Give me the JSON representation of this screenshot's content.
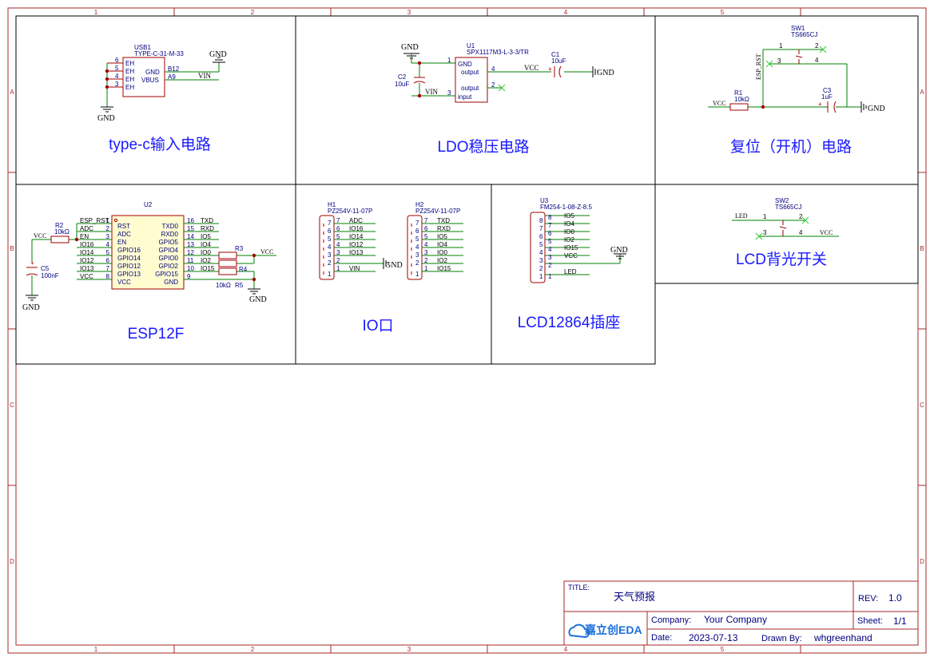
{
  "frame": {
    "cols": [
      "1",
      "2",
      "3",
      "4",
      "5"
    ],
    "rows": [
      "A",
      "B",
      "C",
      "D"
    ]
  },
  "blocks": {
    "typec": "type-c输入电路",
    "ldo": "LDO稳压电路",
    "reset": "复位（开机）电路",
    "esp": "ESP12F",
    "io": "IO口",
    "lcd": "LCD12864插座",
    "backlight": "LCD背光开关"
  },
  "usb": {
    "ref": "USB1",
    "part": "TYPE-C-31-M-33",
    "pins_left": [
      "6",
      "5",
      "4",
      "3"
    ],
    "eh": [
      "EH",
      "EH",
      "EH",
      "EH"
    ],
    "gnd": "GND",
    "vbus": "VBUS",
    "pin_gnd": "B12",
    "pin_vbus": "A9",
    "net_gnd_top": "GND",
    "net_vin": "VIN",
    "net_gnd_bottom": "GND"
  },
  "ldo": {
    "ref": "U1",
    "part": "SPX1117M3-L-3-3/TR",
    "pin1": "1",
    "pin2": "2",
    "pin3": "3",
    "pin4": "4",
    "gnd": "GND",
    "output1": "output",
    "output2": "output",
    "input": "input",
    "net_gnd": "GND",
    "net_vin": "VIN",
    "net_vcc": "VCC",
    "c2_ref": "C2",
    "c2_val": "10uF",
    "c1_ref": "C1",
    "c1_val": "10uF",
    "net_gnd_right": "GND"
  },
  "reset": {
    "sw_ref": "SW1",
    "sw_part": "TS665CJ",
    "pin1": "1",
    "pin2": "2",
    "pin3": "3",
    "pin4": "4",
    "net_rst": "ESP_RST",
    "r1_ref": "R1",
    "r1_val": "10kΩ",
    "net_vcc": "VCC",
    "c3_ref": "C3",
    "c3_val": "1uF",
    "net_gnd": "GND"
  },
  "esp": {
    "ref": "U2",
    "r2_ref": "R2",
    "r2_val": "10kΩ",
    "net_vcc": "VCC",
    "c5_ref": "C5",
    "c5_val": "100nF",
    "net_gnd": "GND",
    "left_nets": [
      "ESP_RST",
      "ADC",
      "EN",
      "IO16",
      "IO14",
      "IO12",
      "IO13",
      "VCC"
    ],
    "left_pins": [
      "1",
      "2",
      "3",
      "4",
      "5",
      "6",
      "7",
      "8"
    ],
    "left_names": [
      "RST",
      "ADC",
      "EN",
      "GPIO16",
      "GPIO14",
      "GPIO12",
      "GPIO13",
      "VCC"
    ],
    "right_names": [
      "TXD0",
      "RXD0",
      "GPIO5",
      "GPIO4",
      "GPIO0",
      "GPIO2",
      "GPIO15",
      "GND"
    ],
    "right_pins": [
      "16",
      "15",
      "14",
      "13",
      "12",
      "11",
      "10",
      "9"
    ],
    "right_nets": [
      "TXD",
      "RXD",
      "IO5",
      "IO4",
      "IO0",
      "IO2",
      "IO15",
      ""
    ],
    "r3_ref": "R3",
    "r4_ref": "R4",
    "r5_ref": "R5",
    "r_val": "10kΩ",
    "net_vcc_right": "VCC",
    "net_gnd_right": "GND"
  },
  "io": {
    "h1_ref": "H1",
    "h1_part": "PZ254V-11-07P",
    "h2_ref": "H2",
    "h2_part": "PZ254V-11-07P",
    "pins": [
      "7",
      "6",
      "5",
      "4",
      "3",
      "2",
      "1"
    ],
    "h1_nets": [
      "ADC",
      "IO16",
      "IO14",
      "IO12",
      "IO13",
      "",
      "VIN"
    ],
    "h2_nets": [
      "TXD",
      "RXD",
      "IO5",
      "IO4",
      "IO0",
      "IO2",
      "IO15"
    ],
    "net_gnd": "GND"
  },
  "lcd": {
    "ref": "U3",
    "part": "FM254-1-08-Z-8.5",
    "pins": [
      "8",
      "7",
      "6",
      "5",
      "4",
      "3",
      "2",
      "1"
    ],
    "nets": [
      "IO5",
      "IO4",
      "IO0",
      "IO2",
      "IO15",
      "VCC",
      "",
      "LED"
    ],
    "net_gnd": "GND"
  },
  "backlight": {
    "sw_ref": "SW2",
    "sw_part": "TS665CJ",
    "pin1": "1",
    "pin2": "2",
    "pin3": "3",
    "pin4": "4",
    "net_led": "LED",
    "net_vcc": "VCC"
  },
  "titleblock": {
    "title_label": "TITLE:",
    "title": "天气预报",
    "rev_label": "REV:",
    "rev": "1.0",
    "company_label": "Company:",
    "company": "Your Company",
    "sheet_label": "Sheet:",
    "sheet": "1/1",
    "date_label": "Date:",
    "date": "2023-07-13",
    "drawn_label": "Drawn By:",
    "drawn": "whgreenhand",
    "logo": "嘉立创EDA"
  },
  "colors": {
    "border": "#a52a2a",
    "wire": "#008000",
    "part": "#a00000",
    "text": "#000080",
    "heading": "#1a1aff",
    "nc": "#33cc33"
  }
}
